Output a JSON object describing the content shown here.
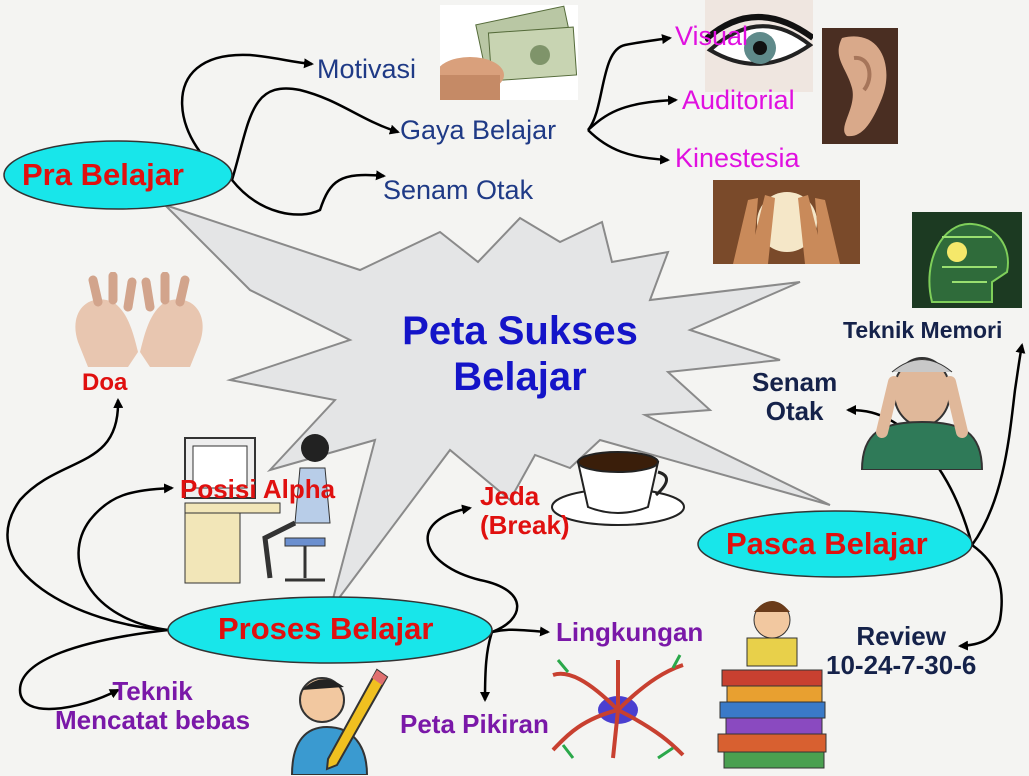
{
  "title": "Peta Sukses Belajar",
  "title_line1": "Peta Sukses",
  "title_line2": "Belajar",
  "nodes": {
    "pra_belajar": "Pra Belajar",
    "proses_belajar": "Proses Belajar",
    "pasca_belajar": "Pasca Belajar"
  },
  "pra": {
    "motivasi": "Motivasi",
    "gaya_belajar": "Gaya Belajar",
    "senam_otak": "Senam Otak",
    "visual": "Visual",
    "auditorial": "Auditorial",
    "kinestesia": "Kinestesia"
  },
  "proses": {
    "doa": "Doa",
    "posisi_alpha": "Posisi  Alpha",
    "jeda_1": "Jeda",
    "jeda_2": "(Break)",
    "lingkungan": "Lingkungan",
    "peta_pikiran": "Peta Pikiran",
    "teknik_1": "Teknik",
    "teknik_2": "Mencatat bebas"
  },
  "pasca": {
    "teknik_memori": "Teknik Memori",
    "senam_1": "Senam",
    "senam_2": "Otak",
    "review_1": "Review",
    "review_2": "10-24-7-30-6"
  },
  "colors": {
    "ellipse_fill": "#18e6ea",
    "starburst_fill": "#e4e5e6",
    "title": "#1414c8",
    "red_label": "#e0100f",
    "purple_label": "#7a18a8",
    "navy_label": "#1f3a86",
    "magenta_label": "#e010e0"
  },
  "images": [
    "money-image",
    "eye-image",
    "ear-image",
    "hands-light-image",
    "praying-hands-image",
    "computer-desk-image",
    "coffee-cup-image",
    "brain-image",
    "worried-man-image",
    "mindmap-image",
    "books-girl-image",
    "pencil-man-image"
  ]
}
